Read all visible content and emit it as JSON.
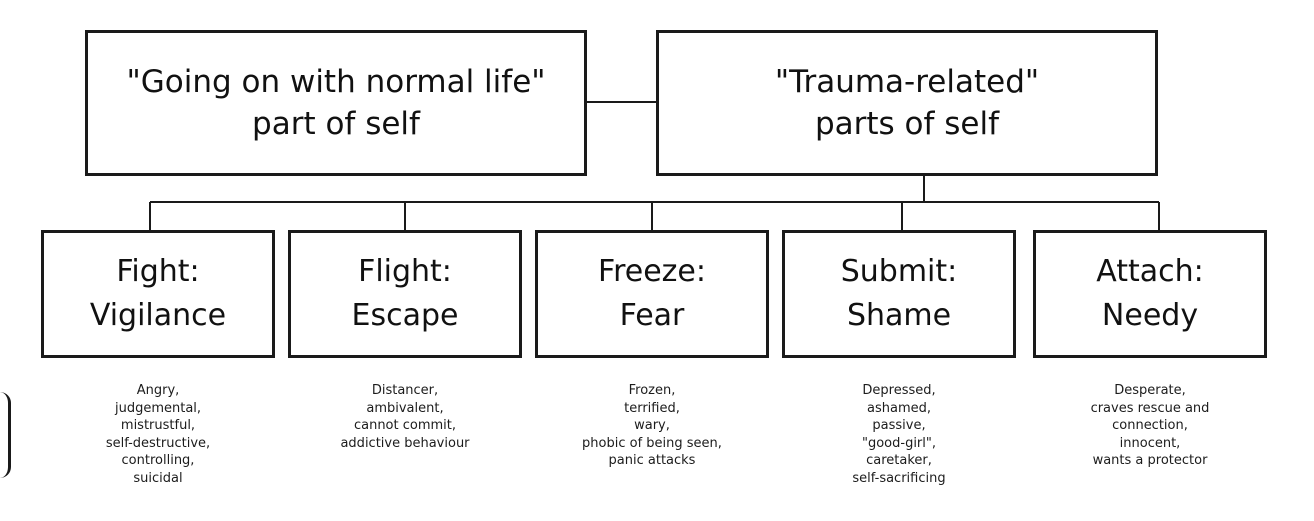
{
  "diagram": {
    "top_nodes": [
      {
        "id": "normal-life",
        "lines": [
          "\"Going on with normal life\"",
          "part of self"
        ]
      },
      {
        "id": "trauma-related",
        "lines": [
          "\"Trauma-related\"",
          "parts of self"
        ]
      }
    ],
    "responses": [
      {
        "id": "fight",
        "lines": [
          "Fight:",
          "Vigilance"
        ],
        "traits": [
          "Angry,",
          "judgemental,",
          "mistrustful,",
          "self-destructive,",
          "controlling,",
          "suicidal"
        ]
      },
      {
        "id": "flight",
        "lines": [
          "Flight:",
          "Escape"
        ],
        "traits": [
          "Distancer,",
          "ambivalent,",
          "cannot commit,",
          "addictive behaviour"
        ]
      },
      {
        "id": "freeze",
        "lines": [
          "Freeze:",
          "Fear"
        ],
        "traits": [
          "Frozen,",
          "terrified,",
          "wary,",
          "phobic of being seen,",
          "panic attacks"
        ]
      },
      {
        "id": "submit",
        "lines": [
          "Submit:",
          "Shame"
        ],
        "traits": [
          "Depressed,",
          "ashamed,",
          "passive,",
          "\"good-girl\",",
          "caretaker,",
          "self-sacrificing"
        ]
      },
      {
        "id": "attach",
        "lines": [
          "Attach:",
          "Needy"
        ],
        "traits": [
          "Desperate,",
          "craves rescue and",
          "connection,",
          "innocent,",
          "wants a protector"
        ]
      }
    ],
    "colors": {
      "stroke": "#1a1a1a",
      "background": "#ffffff",
      "text": "#111111"
    }
  }
}
